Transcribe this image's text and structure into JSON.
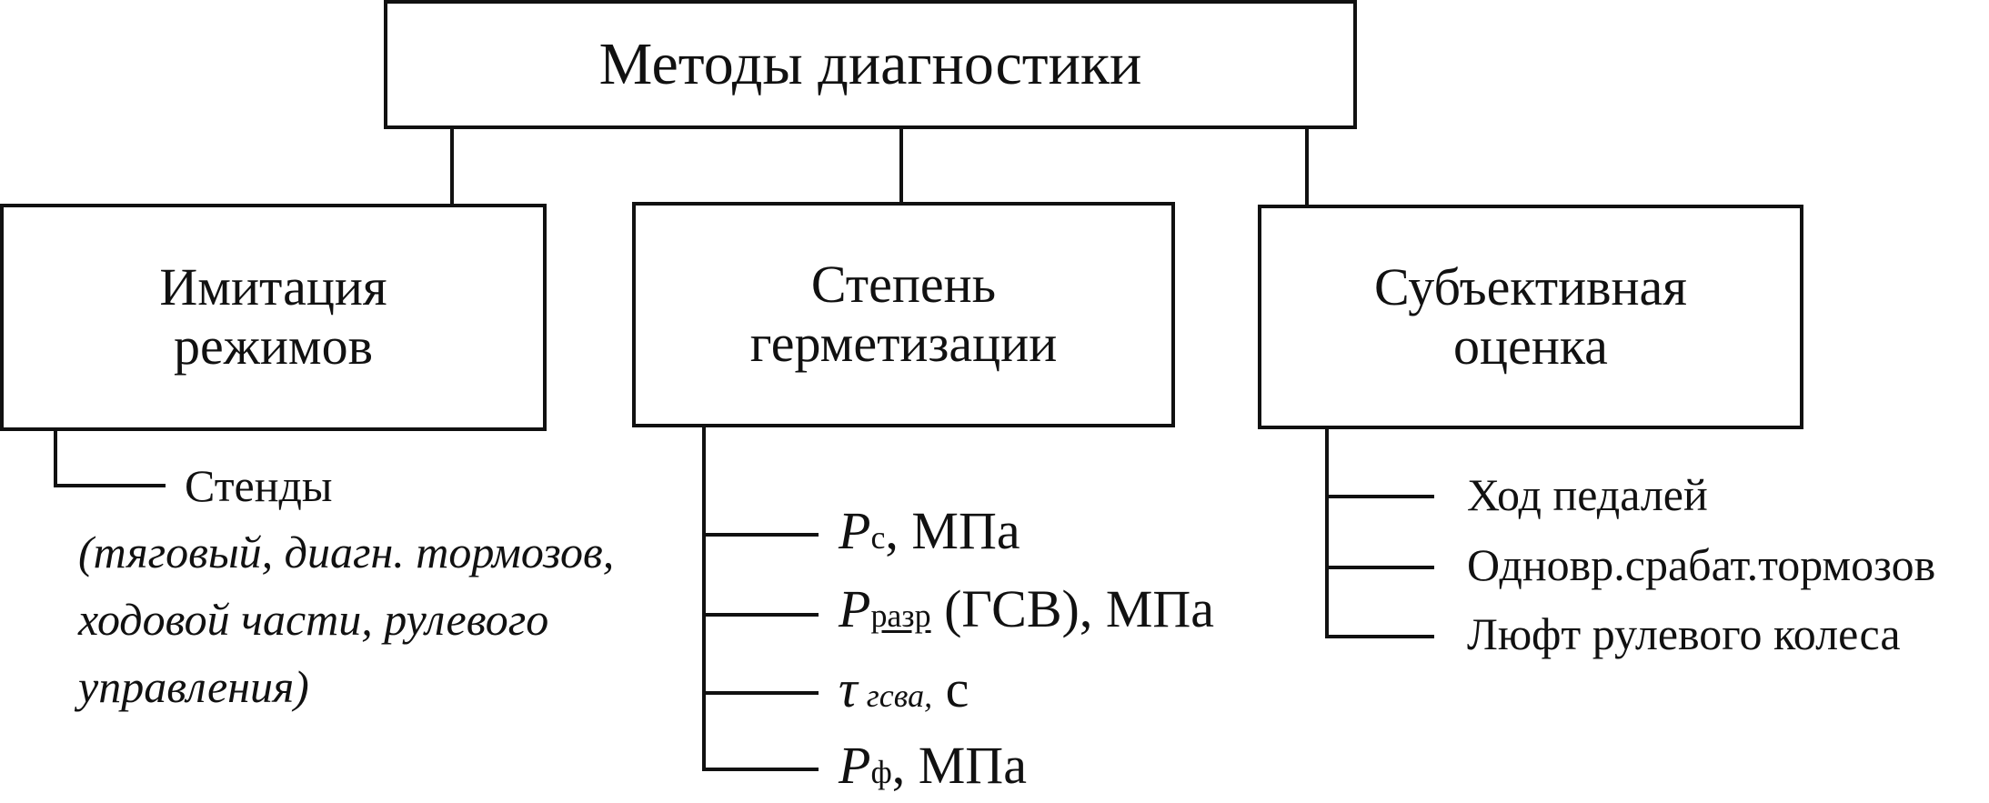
{
  "root": {
    "label": "Методы диагностики"
  },
  "branches": [
    {
      "title_line1": "Имитация",
      "title_line2": "режимов",
      "stand_label": "Стенды",
      "stand_note": [
        "(тяговый, диагн. тормозов,",
        "ходовой части, рулевого",
        "управления)"
      ]
    },
    {
      "title_line1": "Степень",
      "title_line2": "герметизации",
      "params": [
        {
          "symbol": "P",
          "subscript": "с",
          "rest": ", МПа"
        },
        {
          "symbol": "P",
          "subscript": "разр",
          "rest": " (ГСВ), МПа"
        },
        {
          "symbol": "τ",
          "subscript": "гсва,",
          "rest": " с"
        },
        {
          "symbol": "P",
          "subscript": "ф",
          "rest": ", МПа"
        }
      ]
    },
    {
      "title_line1": "Субъективная",
      "title_line2": "оценка",
      "items": [
        "Ход педалей",
        "Одновр.срабат.тормозов",
        "Люфт рулевого колеса"
      ]
    }
  ]
}
